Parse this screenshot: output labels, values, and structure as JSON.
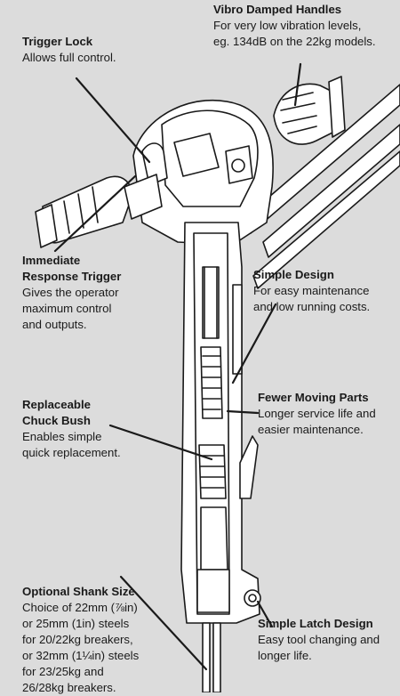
{
  "callouts": {
    "vibro": {
      "title": "Vibro Damped Handles",
      "text": "For very low vibration levels,\neg. 134dB on the 22kg models."
    },
    "trigger_lock": {
      "title": "Trigger Lock",
      "text": "Allows full control."
    },
    "immediate": {
      "title": "Immediate\nResponse Trigger",
      "text": "Gives the operator\nmaximum control\nand outputs."
    },
    "simple_design": {
      "title": "Simple Design",
      "text": "For easy maintenance\nand low running costs."
    },
    "fewer_parts": {
      "title": "Fewer Moving Parts",
      "text": "Longer service life and\neasier maintenance."
    },
    "chuck": {
      "title": "Replaceable\nChuck Bush",
      "text": "Enables simple\nquick replacement."
    },
    "latch": {
      "title": "Simple Latch Design",
      "text": "Easy tool changing and\nlonger life."
    },
    "shank": {
      "title": "Optional Shank Size",
      "text": "Choice of 22mm (⅞in)\nor 25mm (1in) steels\nfor 20/22kg breakers,\nor 32mm (1¼in) steels\nfor 23/25kg and\n26/28kg breakers."
    }
  },
  "colors": {
    "background": "#dcdcdc",
    "line": "#1a1a1a",
    "body_fill": "#ffffff"
  }
}
